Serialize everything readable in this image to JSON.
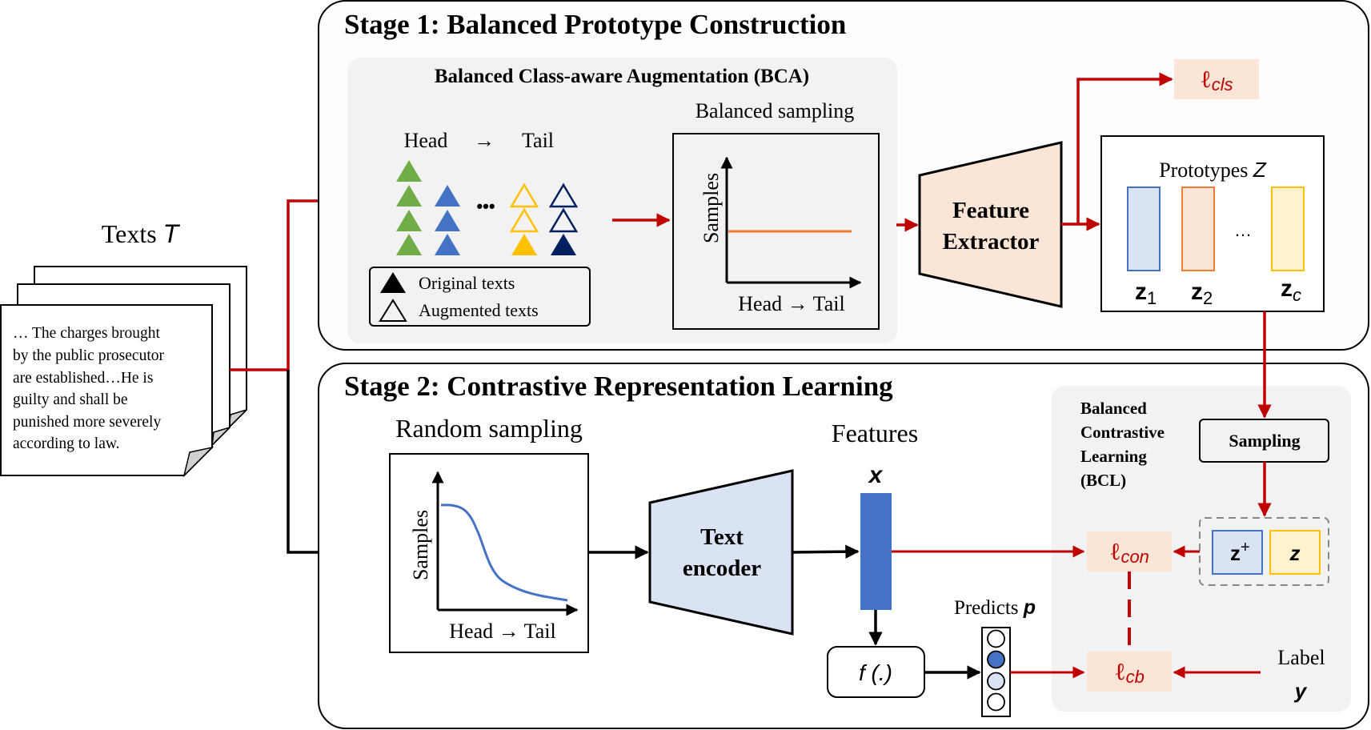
{
  "colors": {
    "arrow_red": "#c00000",
    "arrow_black": "#000000",
    "panel_gray": "#f2f2f2",
    "loss_bg": "#fbe5d6",
    "extractor_fill": "#fbe5d6",
    "encoder_fill": "#dae3f3",
    "feature_blue": "#4472c4",
    "green": "#70ad47",
    "blue": "#4472c4",
    "yellow": "#ffc000",
    "navy": "#002060",
    "orange": "#ed7d31",
    "proto_blue_fill": "#dae3f3",
    "proto_orange_fill": "#fbe5d6",
    "proto_yellow_fill": "#fff2cc"
  },
  "input": {
    "title": "Texts ",
    "title_var": "T",
    "document_lines": [
      "… The charges brought",
      "by the public prosecutor",
      "are established…He is",
      "guilty and shall be",
      "punished more severely",
      "according to law."
    ]
  },
  "stage1": {
    "title": "Stage 1: Balanced Prototype Construction",
    "bca": {
      "title": "Balanced Class-aware Augmentation (BCA)",
      "head_label": "Head",
      "arrow_label": "→",
      "tail_label": "Tail",
      "ellipsis": "•••",
      "columns": [
        {
          "color": "green",
          "original": 4,
          "augmented": 0
        },
        {
          "color": "blue",
          "original": 3,
          "augmented": 0
        },
        {
          "color": "yellow",
          "original": 1,
          "augmented": 2
        },
        {
          "color": "navy",
          "original": 1,
          "augmented": 2
        }
      ],
      "legend": {
        "original": "Original texts",
        "augmented": "Augmented texts"
      }
    },
    "balanced_sampling": {
      "title": "Balanced sampling",
      "ylabel": "Samples",
      "xlabel": "Head → Tail",
      "curve": "flat"
    },
    "feature_extractor": {
      "line1": "Feature",
      "line2": "Extractor"
    },
    "loss_cls": {
      "symbol": "ℓ",
      "sub": "cls"
    },
    "prototypes": {
      "title": "Prototypes ",
      "title_var": "Z",
      "items": [
        {
          "name": "z",
          "sub": "1",
          "color": "blue"
        },
        {
          "name": "z",
          "sub": "2",
          "color": "orange"
        },
        {
          "name": "z",
          "sub": "c",
          "color": "yellow"
        }
      ],
      "ellipsis": "…"
    }
  },
  "stage2": {
    "title": "Stage 2: Contrastive Representation Learning",
    "random_sampling": {
      "title": "Random sampling",
      "ylabel": "Samples",
      "xlabel": "Head → Tail",
      "curve": "long-tail"
    },
    "text_encoder": {
      "line1": "Text",
      "line2": "encoder"
    },
    "features": {
      "title": "Features",
      "var": "x"
    },
    "classifier": {
      "label": "f (.)"
    },
    "predicts": {
      "title": "Predicts ",
      "var": "p",
      "slots": [
        "empty",
        "selected",
        "light",
        "empty"
      ]
    },
    "bcl": {
      "title_lines": [
        "Balanced",
        "Contrastive",
        "Learning",
        "(BCL)"
      ],
      "sampling_label": "Sampling",
      "positive": {
        "name": "z",
        "sup": "+"
      },
      "negative": {
        "name": "z"
      },
      "loss_con": {
        "symbol": "ℓ",
        "sub": "con"
      },
      "loss_cb": {
        "symbol": "ℓ",
        "sub": "cb"
      },
      "label_title": "Label",
      "label_var": "y"
    }
  }
}
